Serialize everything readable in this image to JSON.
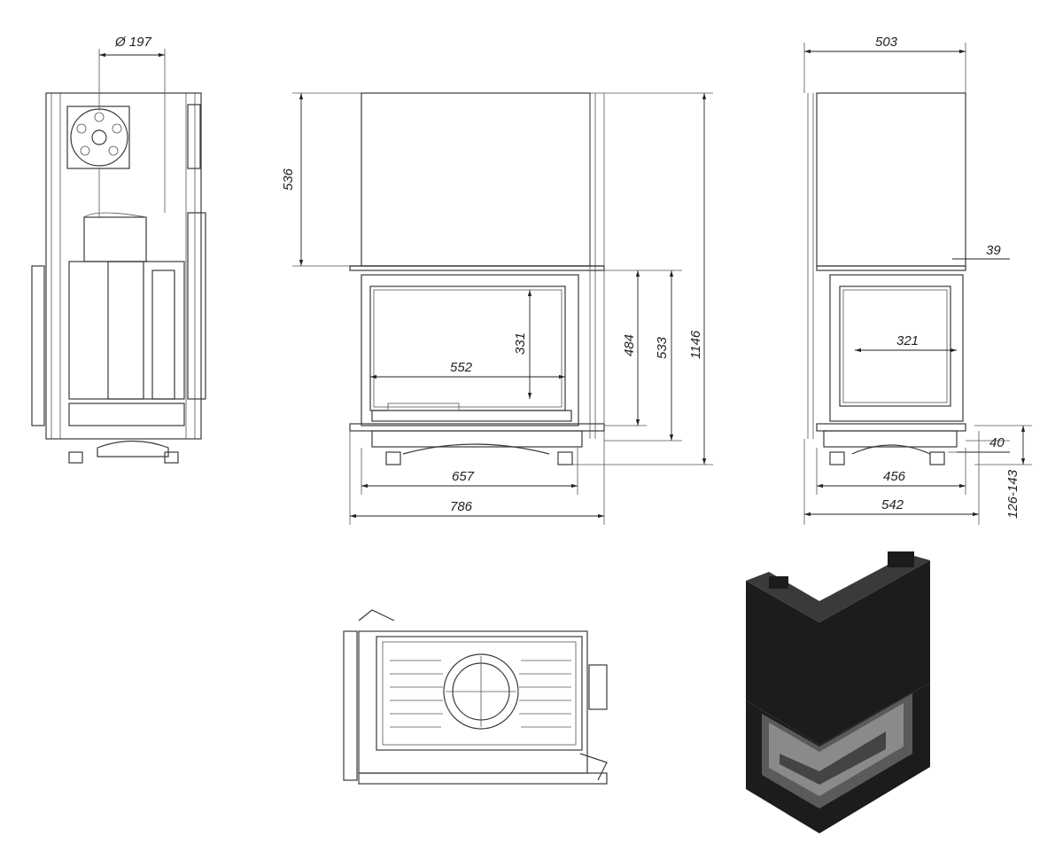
{
  "dimensions": {
    "flue_diameter": "Ø 197",
    "width_side": "503",
    "upper_height": "536",
    "glass_height_front": "331",
    "glass_width_front": "552",
    "height_484": "484",
    "height_533": "533",
    "total_height": "1146",
    "offset_39": "39",
    "glass_width_side": "321",
    "leg_40": "40",
    "depth_base": "456",
    "width_base": "657",
    "total_width": "786",
    "depth_total": "542",
    "leg_range": "126-143"
  },
  "icons": {
    "fan": "fan-wheel-icon",
    "arrowhead": "arrowhead-icon"
  },
  "colors": {
    "line": "#3a3a3a",
    "dimension": "#222222",
    "render_body": "#1c1c1c",
    "background": "#ffffff"
  }
}
